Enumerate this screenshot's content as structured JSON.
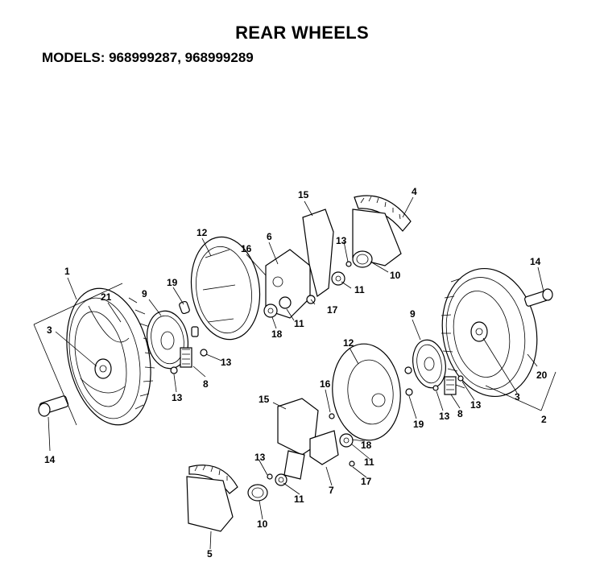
{
  "header": {
    "title": "REAR WHEELS",
    "models": "MODELS:  968999287,  968999289"
  },
  "callouts": [
    {
      "id": "c1",
      "text": "1"
    },
    {
      "id": "c2",
      "text": "2"
    },
    {
      "id": "c3a",
      "text": "3"
    },
    {
      "id": "c3b",
      "text": "3"
    },
    {
      "id": "c4",
      "text": "4"
    },
    {
      "id": "c5",
      "text": "5"
    },
    {
      "id": "c6",
      "text": "6"
    },
    {
      "id": "c7",
      "text": "7"
    },
    {
      "id": "c8a",
      "text": "8"
    },
    {
      "id": "c8b",
      "text": "8"
    },
    {
      "id": "c9a",
      "text": "9"
    },
    {
      "id": "c9b",
      "text": "9"
    },
    {
      "id": "c10a",
      "text": "10"
    },
    {
      "id": "c10b",
      "text": "10"
    },
    {
      "id": "c11a",
      "text": "11"
    },
    {
      "id": "c11b",
      "text": "11"
    },
    {
      "id": "c11c",
      "text": "11"
    },
    {
      "id": "c11d",
      "text": "11"
    },
    {
      "id": "c12a",
      "text": "12"
    },
    {
      "id": "c12b",
      "text": "12"
    },
    {
      "id": "c13a",
      "text": "13"
    },
    {
      "id": "c13b",
      "text": "13"
    },
    {
      "id": "c13c",
      "text": "13"
    },
    {
      "id": "c13d",
      "text": "13"
    },
    {
      "id": "c13e",
      "text": "13"
    },
    {
      "id": "c13f",
      "text": "13"
    },
    {
      "id": "c14a",
      "text": "14"
    },
    {
      "id": "c14b",
      "text": "14"
    },
    {
      "id": "c15a",
      "text": "15"
    },
    {
      "id": "c15b",
      "text": "15"
    },
    {
      "id": "c16a",
      "text": "16"
    },
    {
      "id": "c16b",
      "text": "16"
    },
    {
      "id": "c17a",
      "text": "17"
    },
    {
      "id": "c17b",
      "text": "17"
    },
    {
      "id": "c18a",
      "text": "18"
    },
    {
      "id": "c18b",
      "text": "18"
    },
    {
      "id": "c19a",
      "text": "19"
    },
    {
      "id": "c19b",
      "text": "19"
    },
    {
      "id": "c20",
      "text": "20"
    },
    {
      "id": "c21",
      "text": "21"
    }
  ]
}
